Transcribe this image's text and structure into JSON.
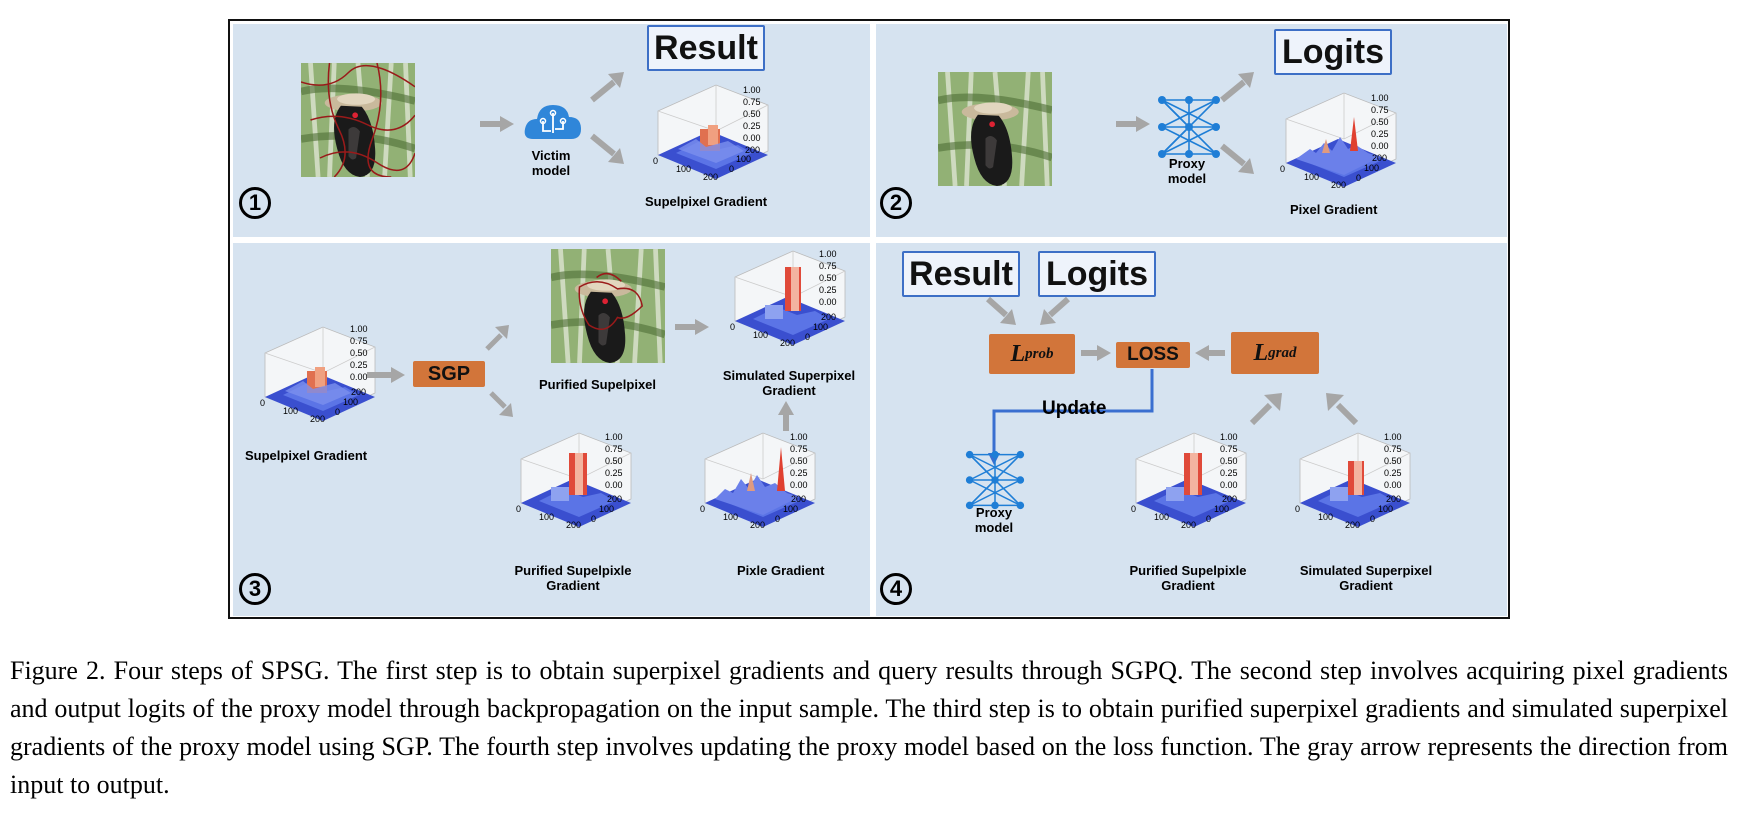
{
  "labels": {
    "result": "Result",
    "logits": "Logits",
    "victim_model": "Victim model",
    "proxy_model": "Proxy model",
    "supelpixel_gradient": "Supelpixel Gradient",
    "pixel_gradient": "Pixel Gradient",
    "sgp": "SGP",
    "purified_supelpixel": "Purified Supelpixel",
    "simulated_superpixel_gradient": "Simulated Superpixel Gradient",
    "purified_supelpixle_gradient": "Purified Supelpixle Gradient",
    "pixle_gradient": "Pixle Gradient",
    "loss": "LOSS",
    "update": "Update",
    "l_prob_base": "L",
    "l_prob_sub": "prob",
    "l_grad_base": "L",
    "l_grad_sub": "grad"
  },
  "steps": [
    "1",
    "2",
    "3",
    "4"
  ],
  "plot_ticks": {
    "z": [
      "1.00",
      "0.75",
      "0.50",
      "0.25",
      "0.00"
    ],
    "x": [
      "0",
      "100",
      "200"
    ],
    "y": [
      "200",
      "100",
      "0"
    ]
  },
  "colors": {
    "panel_bg": "#d6e3f0",
    "box_border": "#3d6fc6",
    "orange_box": "#d2753a",
    "arrow_gray": "#a6a6a6",
    "update_line": "#3a6fd0",
    "network_blue": "#1f7ed6"
  },
  "caption": "Figure 2. Four steps of SPSG. The first step is to obtain superpixel gradients and query results through SGPQ. The second step involves acquiring pixel gradients and output logits of the proxy model through backpropagation on the input sample. The third step is to obtain purified superpixel gradients and simulated superpixel gradients of the proxy model using SGP. The fourth step involves updating the proxy model based on the loss function. The gray arrow represents the direction from input to output."
}
